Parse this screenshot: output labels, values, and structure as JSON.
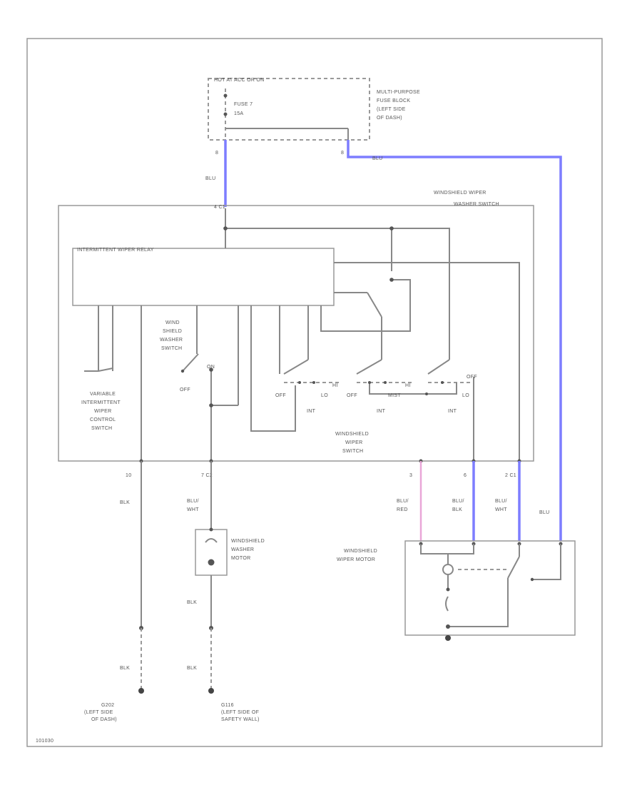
{
  "hot_label": "HOT AT ACC OR ON",
  "fuse_label": "FUSE 7",
  "fuse_rating": "15A",
  "fuse_block_label": [
    "MULTI-PURPOSE",
    "FUSE BLOCK",
    "(LEFT SIDE",
    "OF DASH)"
  ],
  "pin_fuse_left": "8",
  "pin_fuse_right": "8",
  "wire_blu_1": "BLU",
  "wire_blu_2": "BLU",
  "pin_c1": "4 C1",
  "ws_washer_switch_label": [
    "WINDSHIELD WIPER",
    "WASHER SWITCH"
  ],
  "relay_label": "INTERMITTENT WIPER RELAY",
  "washer_switch_label": [
    "WIND",
    "SHIELD",
    "WASHER",
    "SWITCH"
  ],
  "washer_off": "OFF",
  "washer_on": "ON",
  "variable_switch_label": [
    "VARIABLE",
    "INTERMITTENT",
    "WIPER",
    "CONTROL",
    "SWITCH"
  ],
  "wiper_switch_label": [
    "WINDSHIELD",
    "WIPER",
    "SWITCH"
  ],
  "pos": {
    "off1": "OFF",
    "lo1": "LO",
    "hi1": "HI",
    "int1": "INT",
    "off2": "OFF",
    "mist": "MIST",
    "hi2": "HI",
    "int2": "INT",
    "off3": "OFF",
    "lo3": "LO",
    "int3": "INT"
  },
  "pin_10": "10",
  "pin_7c2": "7    C2",
  "pin_3": "3",
  "pin_6": "6",
  "pin_2c1": "2    C1",
  "wire_blk_1": "BLK",
  "wire_blu_wht_1": [
    "BLU/",
    "WHT"
  ],
  "wire_blu_red": [
    "BLU/",
    "RED"
  ],
  "wire_blu_blk": [
    "BLU/",
    "BLK"
  ],
  "wire_blu_wht_2": [
    "BLU/",
    "WHT"
  ],
  "wire_blu_3": "BLU",
  "washer_motor_label": [
    "WINDSHIELD",
    "WASHER",
    "MOTOR"
  ],
  "wiper_motor_label": [
    "WINDSHIELD",
    "WIPER MOTOR"
  ],
  "wire_blk_2": "BLK",
  "wire_blk_3": "BLK",
  "wire_blk_4": "BLK",
  "g202_label": [
    "G202",
    "(LEFT SIDE",
    "OF DASH)"
  ],
  "g116_label": [
    "G116",
    "(LEFT SIDE OF",
    "SAFETY WALL)"
  ],
  "figure_id": "101030",
  "colors": {
    "wire_blu": "#7d7dff",
    "wire_blu_red": "#e9a6d8",
    "wire_gray": "#888888"
  }
}
